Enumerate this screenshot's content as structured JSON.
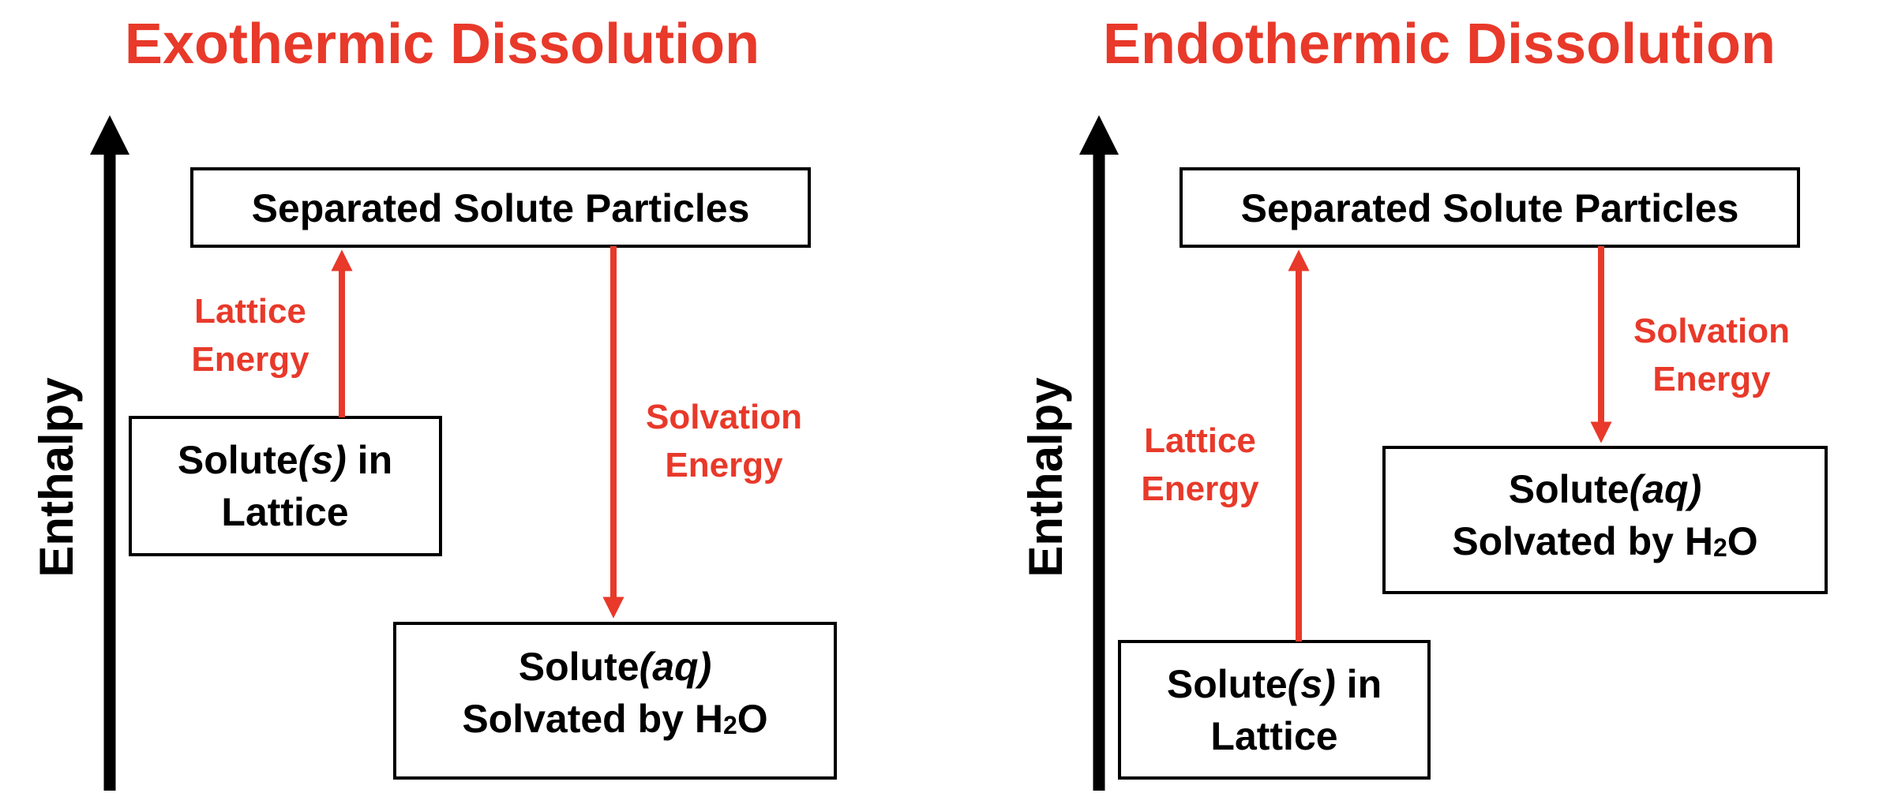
{
  "colors": {
    "accent": "#e8392a",
    "ink": "#000000",
    "background": "#ffffff"
  },
  "exothermic": {
    "title": "Exothermic Dissolution",
    "axis_label": "Enthalpy",
    "separated_box": "Separated Solute Particles",
    "lattice_box": {
      "line1_pre": "Solute",
      "line1_state": "(s)",
      "line1_post": " in",
      "line2": "Lattice"
    },
    "solvated_box": {
      "line1_pre": "Solute",
      "line1_state": "(aq)",
      "line2_pre": "Solvated by H",
      "line2_sub": "2",
      "line2_post": "O"
    },
    "lattice_label": {
      "line1": "Lattice",
      "line2": "Energy"
    },
    "solvation_label": {
      "line1": "Solvation",
      "line2": "Energy"
    }
  },
  "endothermic": {
    "title": "Endothermic Dissolution",
    "axis_label": "Enthalpy",
    "separated_box": "Separated Solute Particles",
    "lattice_box": {
      "line1_pre": "Solute",
      "line1_state": "(s)",
      "line1_post": " in",
      "line2": "Lattice"
    },
    "solvated_box": {
      "line1_pre": "Solute",
      "line1_state": "(aq)",
      "line2_pre": "Solvated by H",
      "line2_sub": "2",
      "line2_post": "O"
    },
    "lattice_label": {
      "line1": "Lattice",
      "line2": "Energy"
    },
    "solvation_label": {
      "line1": "Solvation",
      "line2": "Energy"
    }
  }
}
